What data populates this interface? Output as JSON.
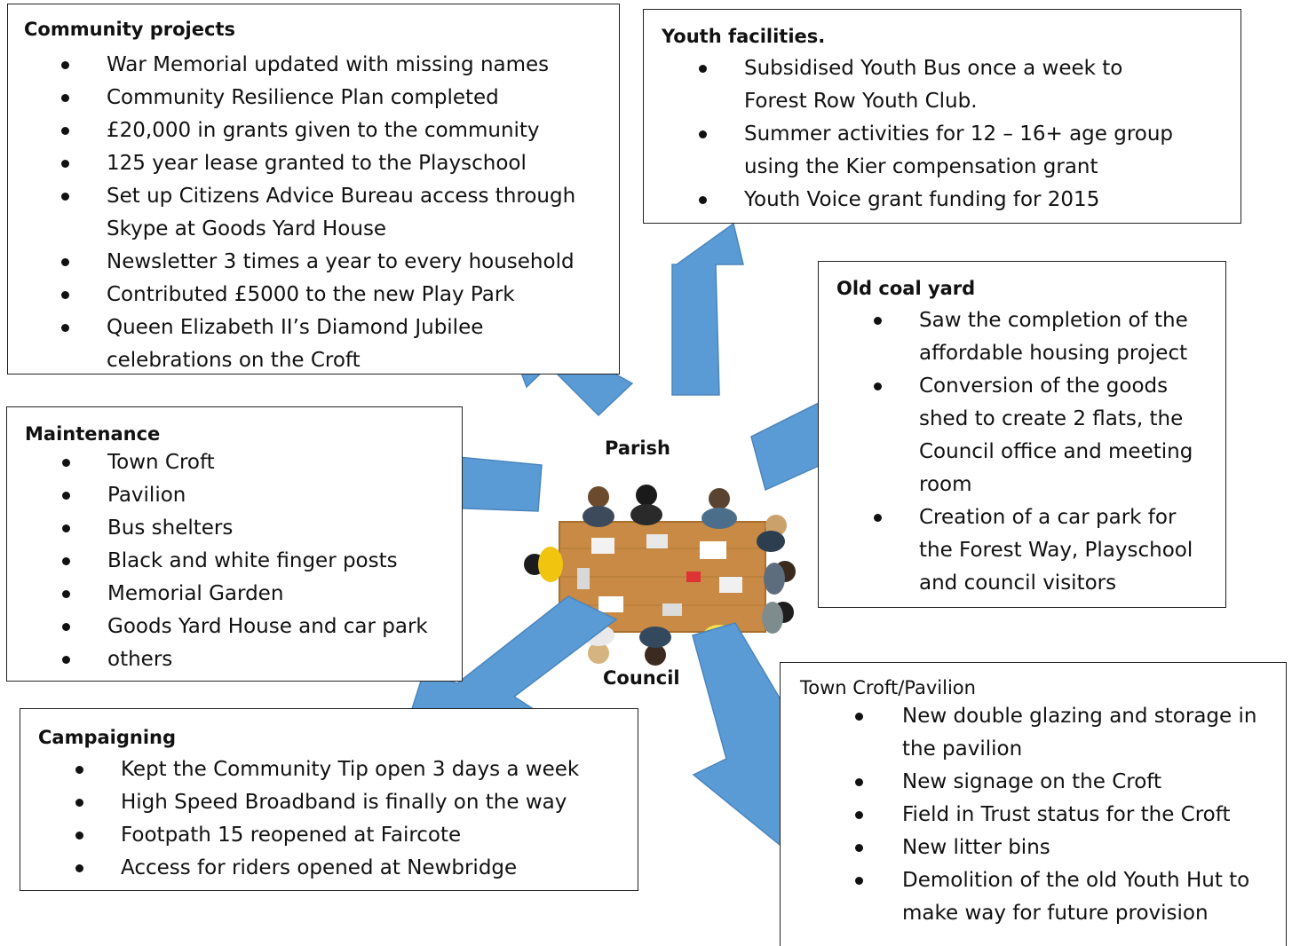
{
  "colors": {
    "arrow": "#5b9bd5",
    "arrow_stroke": "#4a85bd",
    "table": "#c88a44"
  },
  "center": {
    "word_top": "Parish",
    "word_bottom": "Council"
  },
  "community_projects": {
    "title": "Community projects",
    "items": [
      "War Memorial updated with missing names",
      "Community Resilience Plan completed",
      "£20,000 in grants given to the community",
      "125 year lease granted to the Playschool",
      "Set up Citizens Advice Bureau access through Skype at Goods Yard House",
      "Newsletter 3 times a year to every household",
      "Contributed £5000 to the new Play Park",
      "Queen Elizabeth II’s Diamond Jubilee celebrations on the Croft"
    ]
  },
  "youth_facilities": {
    "title": "Youth facilities.",
    "items": [
      "Subsidised Youth Bus once a week to Forest Row Youth Club.",
      "Summer activities for 12 – 16+ age group using the Kier compensation grant",
      "Youth Voice grant funding for 2015"
    ]
  },
  "old_coal_yard": {
    "title": "Old coal yard",
    "items": [
      "Saw the completion of  the affordable housing project",
      "Conversion of the goods shed to create 2 flats, the Council office and meeting room",
      "Creation of a car park for the Forest Way, Playschool and council visitors"
    ]
  },
  "maintenance": {
    "title": "Maintenance",
    "items": [
      "Town Croft",
      "Pavilion",
      "Bus shelters",
      "Black and white finger posts",
      "Memorial Garden",
      "Goods Yard House and car park",
      "others"
    ]
  },
  "campaigning": {
    "title": "Campaigning",
    "items": [
      "Kept the Community Tip open 3 days a week",
      "High Speed Broadband is finally on the way",
      "Footpath 15 reopened at Faircote",
      "Access for riders opened at Newbridge"
    ]
  },
  "town_croft": {
    "title": "Town Croft/Pavilion",
    "items": [
      "New double glazing and storage in the pavilion",
      "New signage on the Croft",
      "Field in Trust status for the Croft",
      "New litter bins",
      "Demolition of the old Youth Hut to make way for future provision"
    ]
  }
}
